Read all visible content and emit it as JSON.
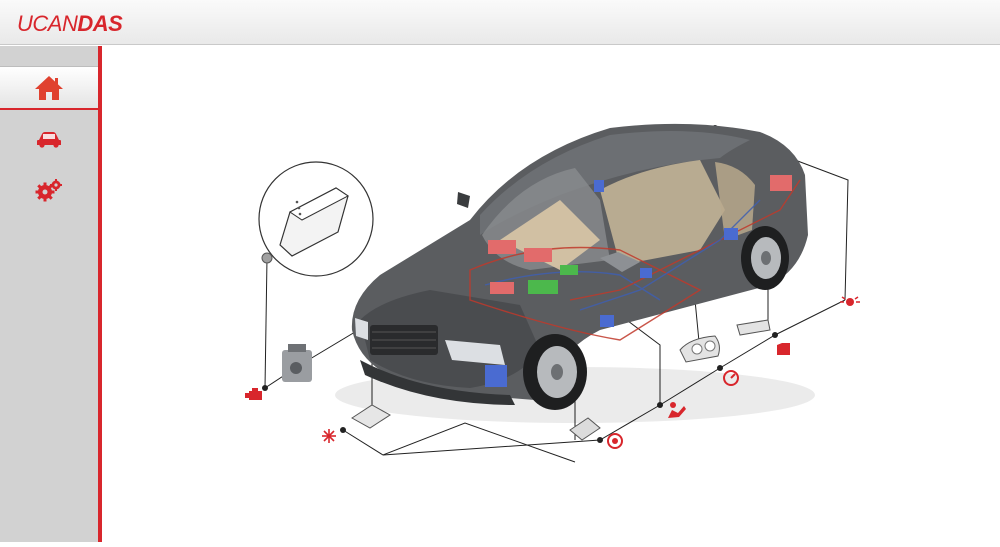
{
  "app": {
    "brand_light": "UCAN",
    "brand_bold": "DAS",
    "accent_color": "#d8262c"
  },
  "sidebar": {
    "items": [
      {
        "icon": "home-icon",
        "active": true
      },
      {
        "icon": "car-icon",
        "active": false
      },
      {
        "icon": "gears-icon",
        "active": false
      }
    ]
  },
  "diagram": {
    "title": "",
    "modules": [
      {
        "name": "obd-interface",
        "icon": "obd-device"
      },
      {
        "name": "engine",
        "icon": "engine-icon"
      },
      {
        "name": "climate",
        "icon": "snowflake-icon"
      },
      {
        "name": "abs",
        "icon": "abs-icon"
      },
      {
        "name": "airbag",
        "icon": "airbag-icon"
      },
      {
        "name": "instrument-cluster",
        "icon": "speedometer-icon"
      },
      {
        "name": "body-door",
        "icon": "door-icon"
      },
      {
        "name": "lighting",
        "icon": "light-icon"
      }
    ]
  }
}
